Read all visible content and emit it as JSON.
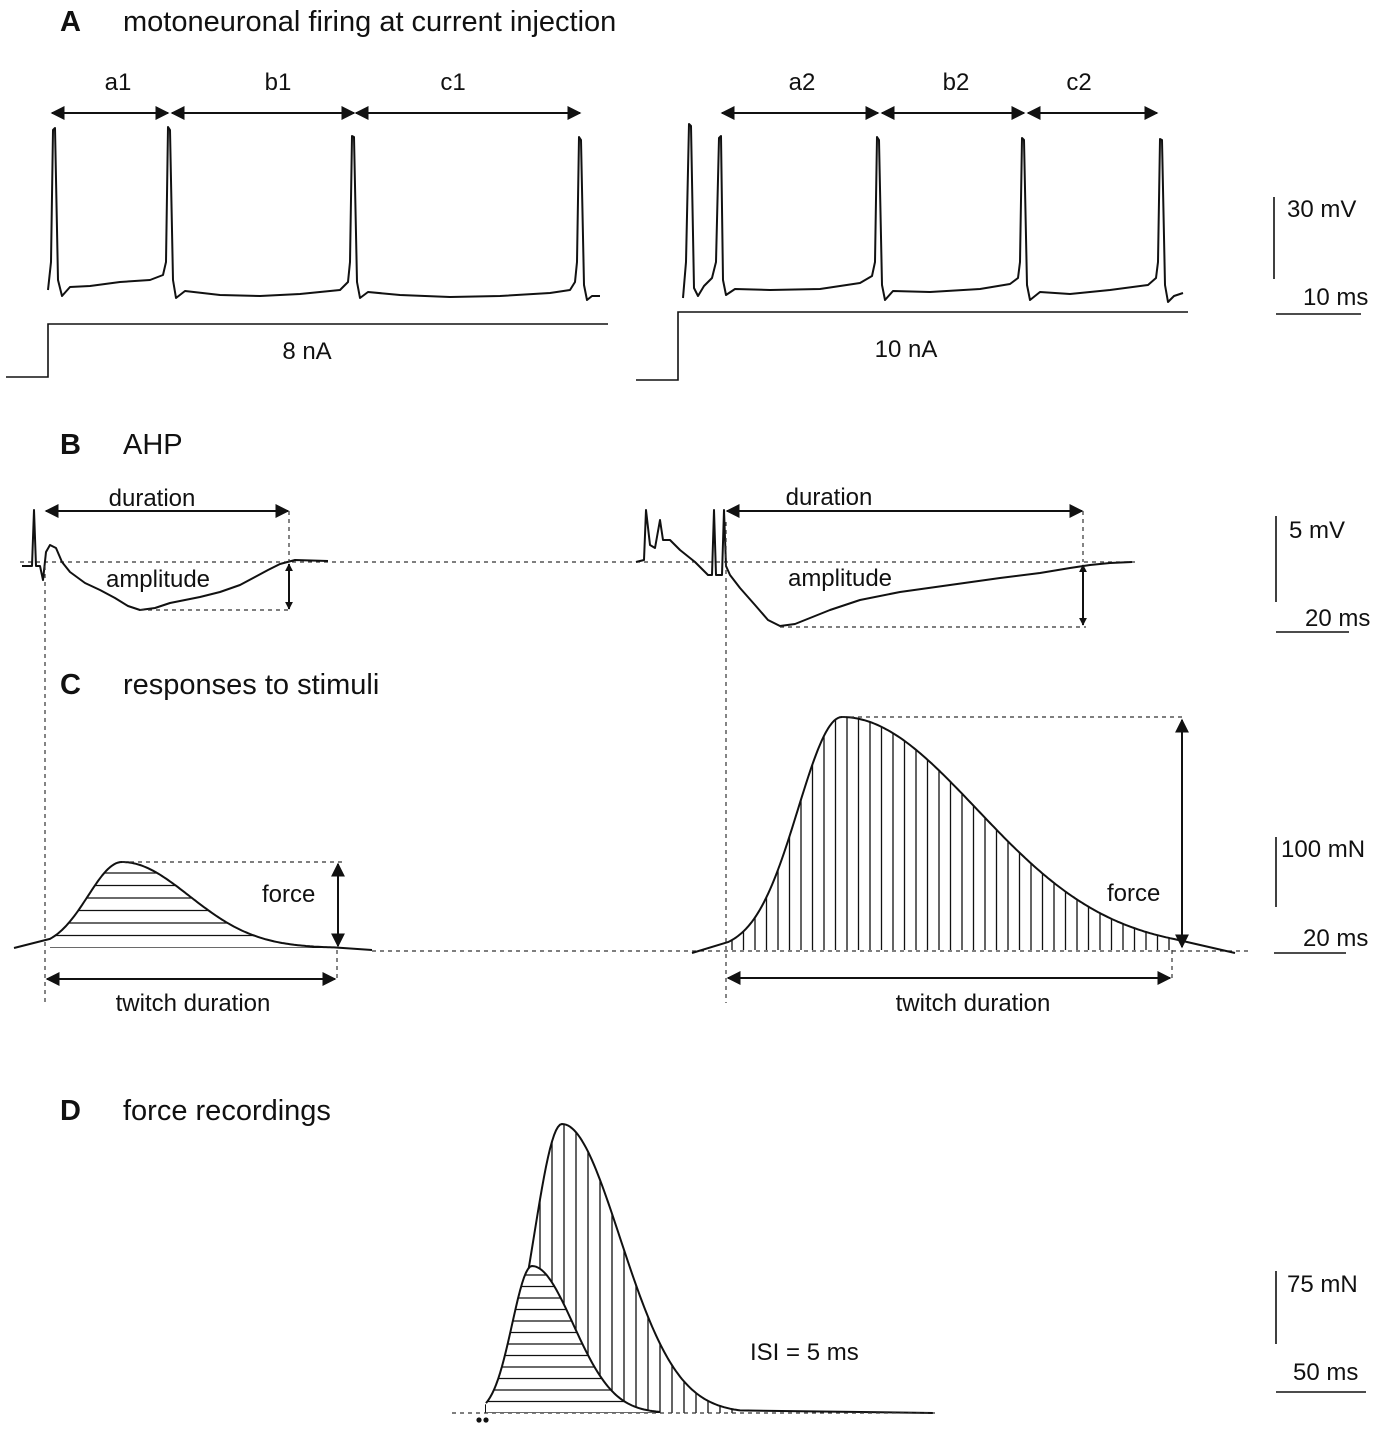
{
  "panels": {
    "a": {
      "letter": "A",
      "title": "motoneuronal firing at current injection",
      "left_intervals": [
        "a1",
        "b1",
        "c1"
      ],
      "right_intervals": [
        "a2",
        "b2",
        "c2"
      ],
      "left_current": "8 nA",
      "right_current": "10 nA",
      "scale_v": "30 mV",
      "scale_t": "10 ms"
    },
    "b": {
      "letter": "B",
      "title": "AHP",
      "left_duration": "duration",
      "left_amplitude": "amplitude",
      "right_duration": "duration",
      "right_amplitude": "amplitude",
      "scale_v": "5  mV",
      "scale_t": "20 ms"
    },
    "c": {
      "letter": "C",
      "title": "responses to stimuli",
      "left_force": "force",
      "left_twitch": "twitch duration",
      "right_force": "force",
      "right_twitch": "twitch duration",
      "scale_f": "100  mN",
      "scale_t": "20 ms"
    },
    "d": {
      "letter": "D",
      "title": "force recordings",
      "isi": "ISI = 5 ms",
      "scale_f": "75  mN",
      "scale_t": "50 ms"
    }
  }
}
